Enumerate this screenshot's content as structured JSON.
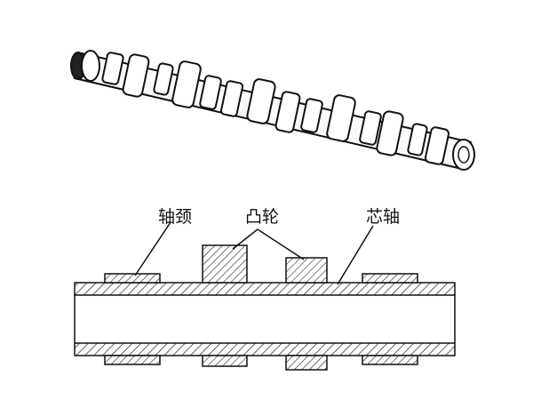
{
  "labels": {
    "journal": "轴颈",
    "cam": "凸轮",
    "core_shaft": "芯轴"
  }
}
